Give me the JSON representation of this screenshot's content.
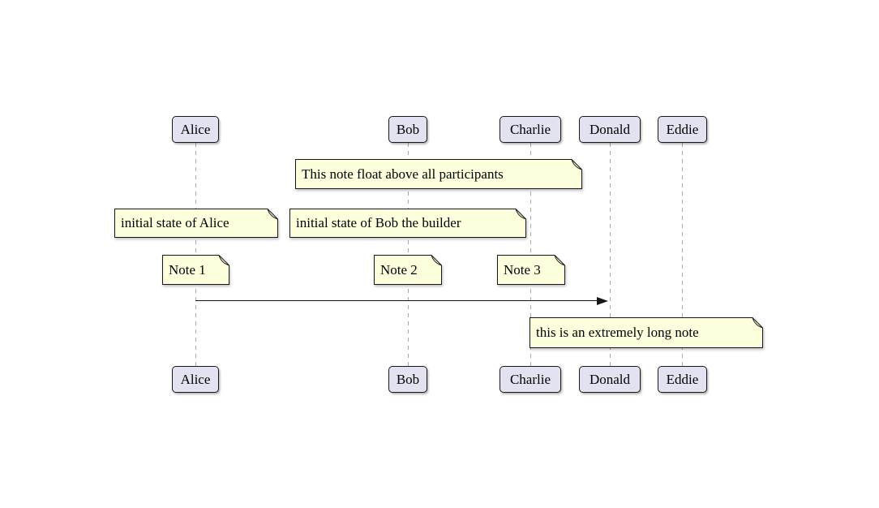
{
  "diagram": {
    "type": "sequence-diagram",
    "colors": {
      "background": "#FFFFFF",
      "participant_fill": "#E2E2F0",
      "participant_border": "#181818",
      "note_fill": "#FEFFDD",
      "note_border": "#181818",
      "lifeline": "#A8A8A8",
      "arrow": "#181818",
      "text": "#000000"
    },
    "participants": [
      {
        "name": "Alice"
      },
      {
        "name": "Bob"
      },
      {
        "name": "Charlie"
      },
      {
        "name": "Donald"
      },
      {
        "name": "Eddie"
      }
    ],
    "notes": [
      {
        "text": "This note float above all participants"
      },
      {
        "text": "initial state of Alice"
      },
      {
        "text": "initial state of Bob the builder"
      },
      {
        "text": "Note 1"
      },
      {
        "text": "Note 2"
      },
      {
        "text": "Note 3"
      },
      {
        "text": "this is an extremely long note"
      }
    ],
    "messages": [
      {
        "from": "Alice",
        "to": "Donald"
      }
    ]
  }
}
